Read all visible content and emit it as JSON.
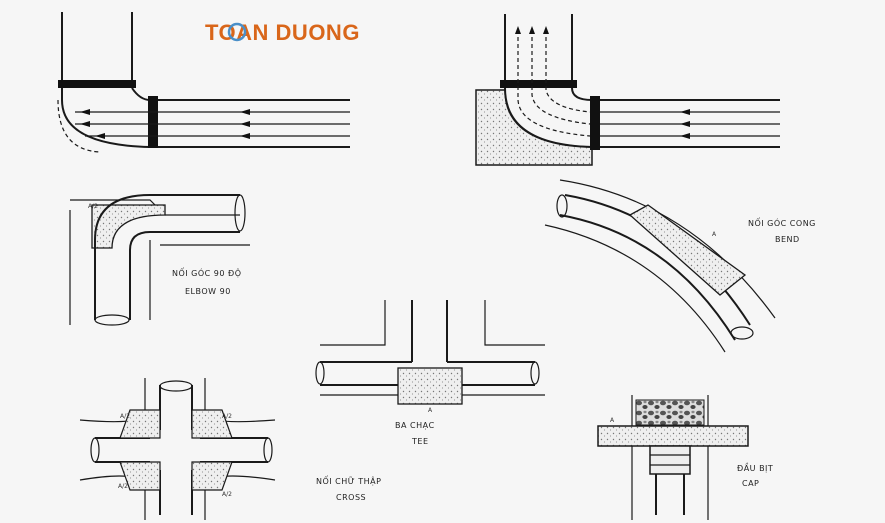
{
  "brand": {
    "text": "TOAN DUONG",
    "text_color": "#d9661a",
    "logo_color": "#4a8fc8"
  },
  "labels": {
    "elbow_vn": "NỐI GÓC 90 ĐỘ",
    "elbow_en": "ELBOW 90",
    "bend_vn": "NỐI GÓC CONG",
    "bend_en": "BEND",
    "tee_vn": "BA CHẠC",
    "tee_en": "TEE",
    "cross_vn": "NỐI CHỮ THẬP",
    "cross_en": "CROSS",
    "cap_vn": "ĐẦU BỊT",
    "cap_en": "CAP",
    "a_half": "A/2",
    "a": "A"
  }
}
